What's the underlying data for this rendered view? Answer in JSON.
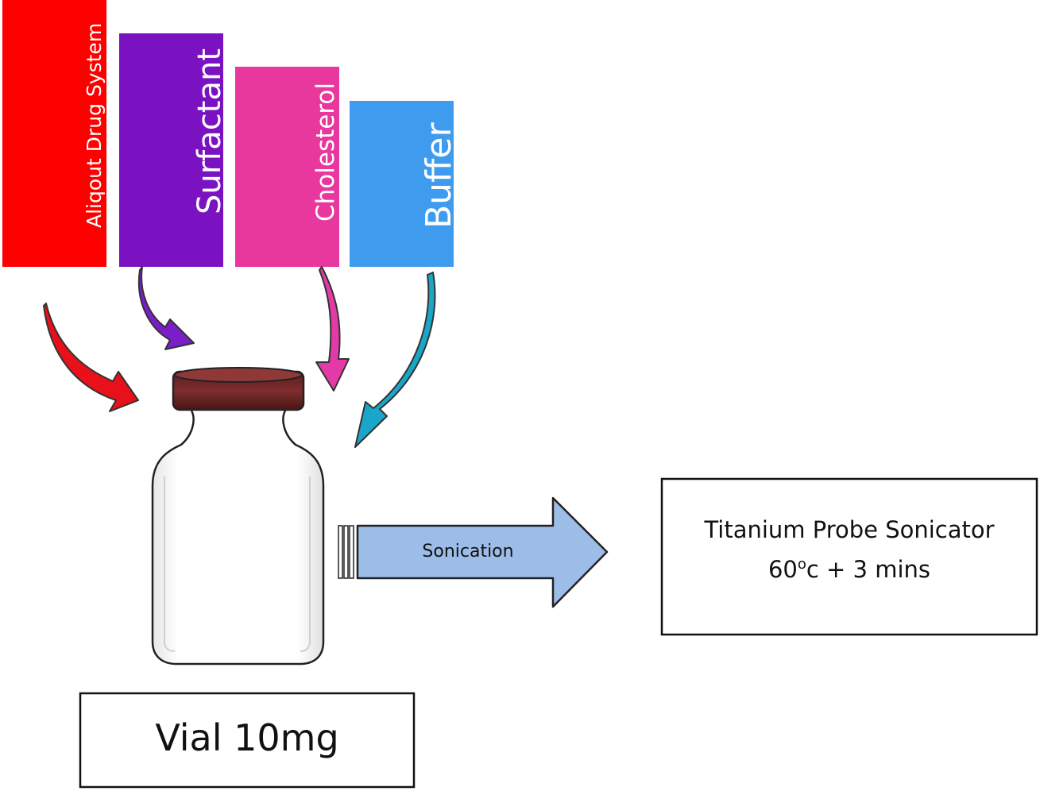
{
  "ingredients": [
    {
      "label": "Aliqout Drug System",
      "color": "#ff0000"
    },
    {
      "label": "Surfactant",
      "color": "#7a12c2"
    },
    {
      "label": "Cholesterol",
      "color": "#e8389e"
    },
    {
      "label": "Buffer",
      "color": "#3e9bed"
    }
  ],
  "arrow_colors": {
    "red": "#e8101a",
    "purple": "#7a1fc8",
    "pink": "#e33aa8",
    "teal": "#1aa6c8"
  },
  "vial": {
    "cap_color": "#7e2e2e",
    "label": "Vial 10mg"
  },
  "process_arrow": {
    "label": "Sonication",
    "color": "#9dbde9"
  },
  "result_box": {
    "line1": "Titanium Probe Sonicator",
    "line2_value": "60",
    "line2_degree": "o",
    "line2_rest": "c + 3 mins"
  }
}
